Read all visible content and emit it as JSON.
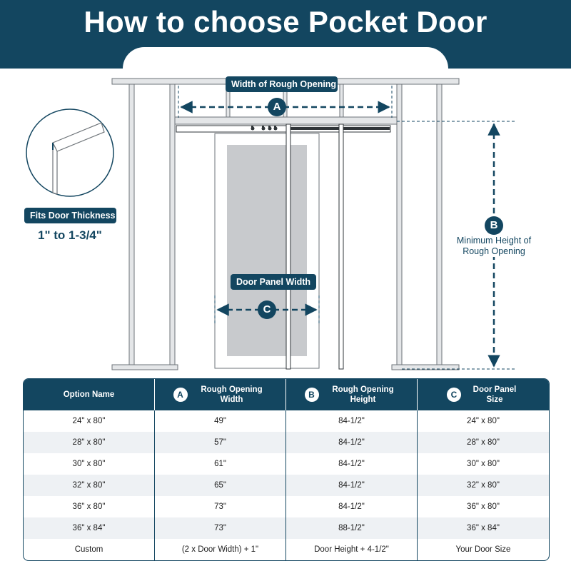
{
  "title": "How to choose Pocket Door",
  "labels": {
    "a_pill": "Width of Rough Opening",
    "a_letter": "A",
    "b_letter": "B",
    "b_text_line1": "Minimum Height of",
    "b_text_line2": "Rough Opening",
    "c_pill": "Door Panel Width",
    "c_letter": "C",
    "thickness_pill": "Fits Door Thickness",
    "thickness_value": "1\" to 1-3/4\""
  },
  "table": {
    "headers": [
      {
        "badge": "",
        "label": "Option Name"
      },
      {
        "badge": "A",
        "label": "Rough Opening Width"
      },
      {
        "badge": "B",
        "label": "Rough Opening Height"
      },
      {
        "badge": "C",
        "label": "Door Panel Size"
      }
    ],
    "rows": [
      [
        "24\" x 80\"",
        "49\"",
        "84-1/2\"",
        "24\" x 80\""
      ],
      [
        "28\" x 80\"",
        "57\"",
        "84-1/2\"",
        "28\" x 80\""
      ],
      [
        "30\" x 80\"",
        "61\"",
        "84-1/2\"",
        "30\" x 80\""
      ],
      [
        "32\" x 80\"",
        "65\"",
        "84-1/2\"",
        "32\" x 80\""
      ],
      [
        "36\" x 80\"",
        "73\"",
        "84-1/2\"",
        "36\" x 80\""
      ],
      [
        "36\" x 84\"",
        "73\"",
        "88-1/2\"",
        "36\" x 84\""
      ],
      [
        "Custom",
        "(2 x Door Width) + 1\"",
        "Door Height + 4-1/2\"",
        "Your Door Size"
      ]
    ]
  },
  "colors": {
    "brand": "#134660",
    "frame_fill": "#e4e6e8",
    "door_panel": "#c8cacd"
  }
}
